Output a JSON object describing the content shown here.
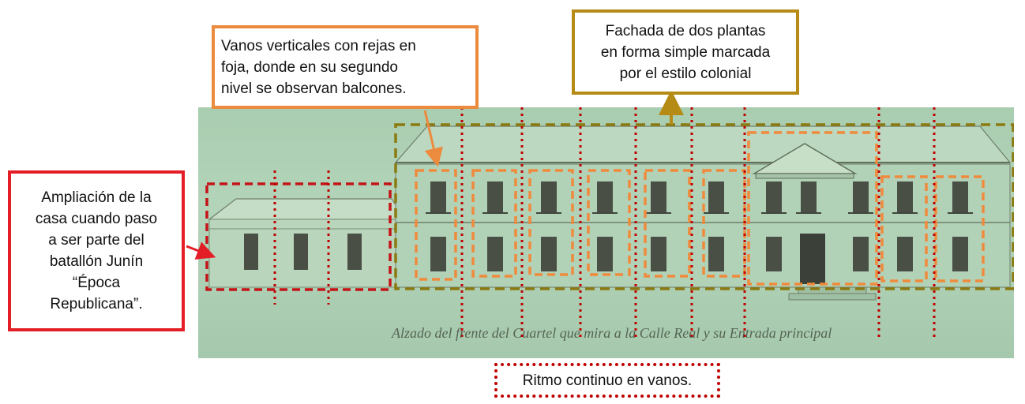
{
  "callouts": {
    "left": {
      "text": "Ampliación de la\ncasa cuando paso\na ser parte del\nbatallón Junín\n“Época\nRepublicana”.",
      "color": "#e41e26"
    },
    "openings": {
      "text": "Vanos verticales con rejas en\nfoja, donde en su segundo\nnivel se observan balcones.",
      "color": "#ec8a3d"
    },
    "facade": {
      "text": "Fachada de dos plantas\nen forma simple marcada\npor el estilo colonial",
      "color": "#b58b16"
    },
    "rhythm": {
      "text": "Ritmo continuo en vanos.",
      "color": "#c00000"
    }
  },
  "drawing": {
    "caption": "Alzado del frente del Cuartel que mira a la Calle Real y su Entrada principal",
    "wall_color": "#a9cdb0",
    "window_color": "#4a4f46"
  }
}
